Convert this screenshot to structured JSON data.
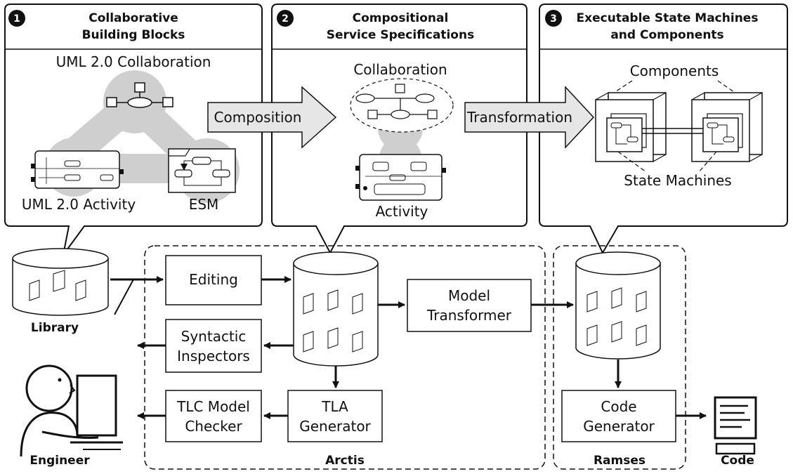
{
  "panels": [
    {
      "number": "1",
      "title_line1": "Collaborative",
      "title_line2": "Building Blocks"
    },
    {
      "number": "2",
      "title_line1": "Compositional",
      "title_line2": "Service Specifications"
    },
    {
      "number": "3",
      "title_line1": "Executable State Machines",
      "title_line2": "and Components"
    }
  ],
  "panel1": {
    "collaboration": "UML 2.0 Collaboration",
    "activity": "UML 2.0 Activity",
    "esm": "ESM"
  },
  "panel2": {
    "collaboration": "Collaboration",
    "activity": "Activity"
  },
  "panel3": {
    "components": "Components",
    "state_machines": "State Machines"
  },
  "arrows": {
    "composition": "Composition",
    "transformation": "Transformation"
  },
  "tools": {
    "editing": "Editing",
    "syntactic_1": "Syntactic",
    "syntactic_2": "Inspectors",
    "tlc_1": "TLC Model",
    "tlc_2": "Checker",
    "tla_1": "TLA",
    "tla_2": "Generator",
    "model_1": "Model",
    "model_2": "Transformer",
    "code_gen_1": "Code",
    "code_gen_2": "Generator"
  },
  "labels": {
    "library": "Library",
    "engineer": "Engineer",
    "arctis": "Arctis",
    "ramses": "Ramses",
    "code": "Code"
  }
}
